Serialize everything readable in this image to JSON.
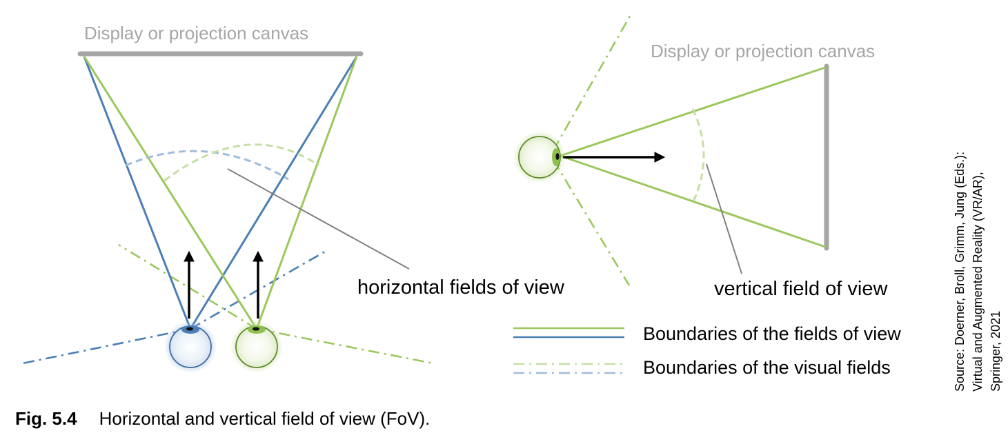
{
  "figure": {
    "canvas_label_left": "Display or projection canvas",
    "canvas_label_right": "Display or projection canvas",
    "horizontal_label": "horizontal fields of view",
    "vertical_label": "vertical field of view"
  },
  "legend": {
    "fov_label": "Boundaries of the fields of view",
    "visual_fields_label": "Boundaries of the visual fields"
  },
  "caption": {
    "number": "Fig. 5.4",
    "text": "Horizontal and vertical field of view (FoV)."
  },
  "source": {
    "line1": "Source: Doerner, Broll, Grimm, Jung (Eds.):",
    "line2": "Virtual and Augmented Reality (VR/AR),",
    "line3": "Springer, 2021"
  },
  "colors": {
    "green": "#9bc75c",
    "blue": "#4a7eb5",
    "light_green": "#c6dea4",
    "light_blue": "#9fbbdb",
    "gray": "#a6a6a6",
    "pointer": "#808080"
  }
}
